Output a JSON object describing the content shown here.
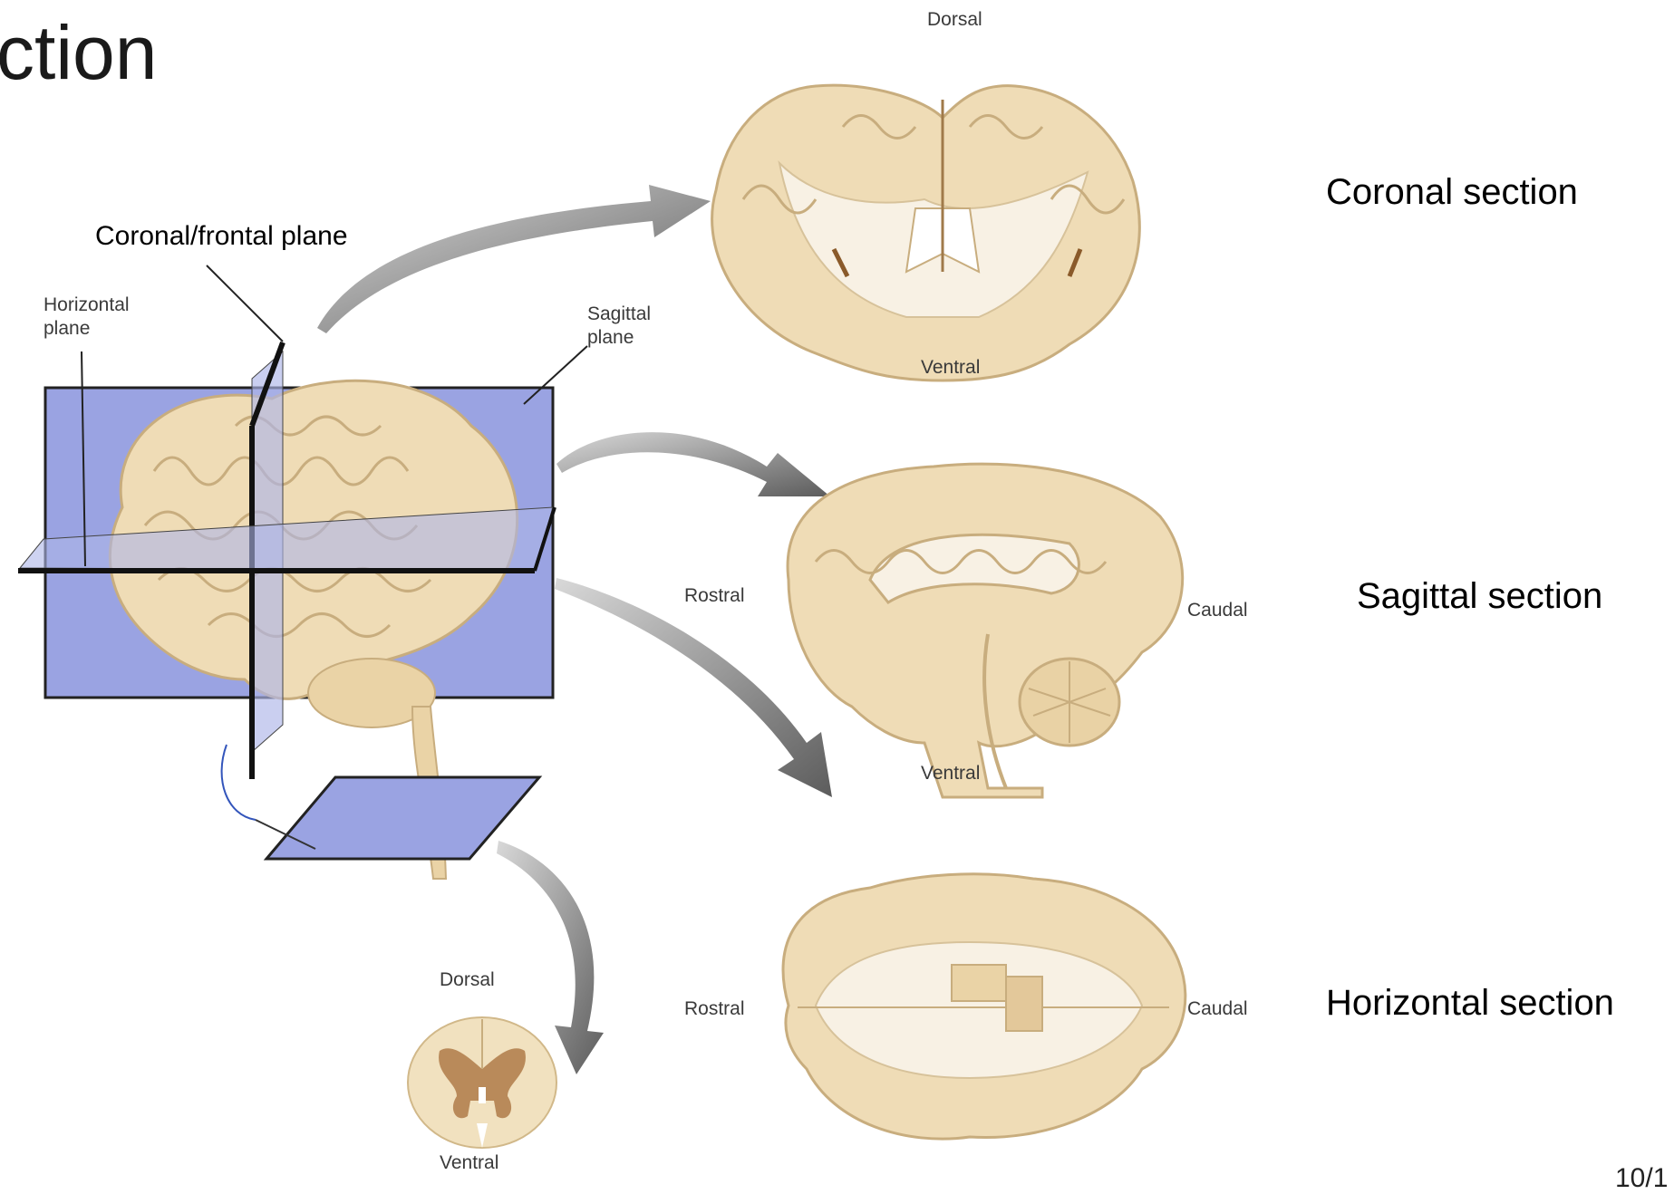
{
  "slide": {
    "title_fragment": "ction",
    "page_number_fragment": "10/1"
  },
  "diagram": {
    "plane_labels": {
      "coronal_frontal": "Coronal/frontal plane",
      "horizontal": [
        "Horizontal",
        "plane"
      ],
      "sagittal": [
        "Sagittal",
        "plane"
      ]
    },
    "coronal_view": {
      "top": "Dorsal",
      "bottom": "Ventral"
    },
    "sagittal_view": {
      "left": "Rostral",
      "right": "Caudal",
      "bottom": "Ventral"
    },
    "horizontal_view": {
      "left": "Rostral",
      "right": "Caudal"
    },
    "spinal_view": {
      "top": "Dorsal",
      "bottom": "Ventral"
    },
    "section_captions": {
      "coronal": "Coronal section",
      "sagittal": "Sagittal section",
      "horizontal": "Horizontal section"
    }
  },
  "colors": {
    "plane_fill": "#9aa3e2",
    "brain_fill": "#efdcb6",
    "brain_stroke": "#c8ad7e",
    "white_matter": "#f8f1e4",
    "gray_spinal": "#b98a5a",
    "arrow": "#6d6d6d"
  }
}
